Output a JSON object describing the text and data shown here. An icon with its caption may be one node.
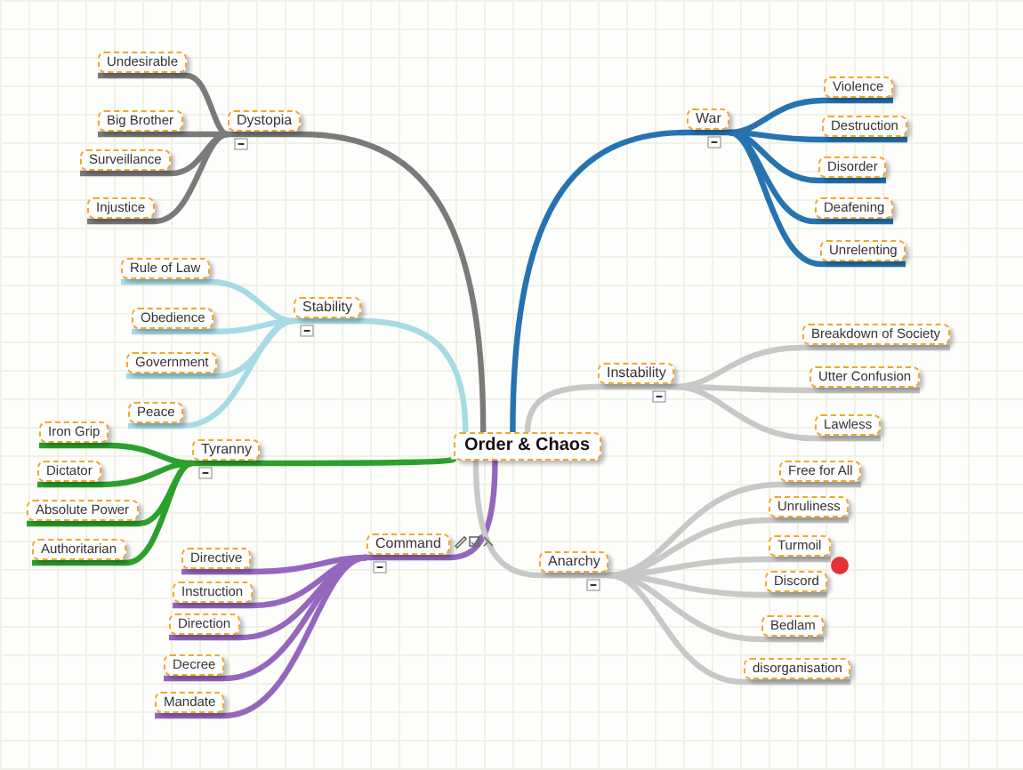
{
  "diagram": {
    "nodes": [
      {
        "text": [
          "Order & Chaos"
        ]
      },
      {
        "text": [
          "Dystopia"
        ]
      },
      {
        "text": [
          "Undesirable"
        ]
      },
      {
        "text": [
          "Big Brother"
        ]
      },
      {
        "text": [
          "Surveillance"
        ]
      },
      {
        "text": [
          "Injustice"
        ]
      },
      {
        "text": [
          "War"
        ]
      },
      {
        "text": [
          "Violence"
        ]
      },
      {
        "text": [
          "Destruction"
        ]
      },
      {
        "text": [
          "Disorder"
        ]
      },
      {
        "text": [
          "Deafening"
        ]
      },
      {
        "text": [
          "Unrelenting"
        ]
      },
      {
        "text": [
          "Stability"
        ]
      },
      {
        "text": [
          "Rule of Law"
        ]
      },
      {
        "text": [
          "Obedience"
        ]
      },
      {
        "text": [
          "Government"
        ]
      },
      {
        "text": [
          "Peace"
        ]
      },
      {
        "text": [
          "Instability"
        ]
      },
      {
        "text": [
          "Breakdown of Society"
        ]
      },
      {
        "text": [
          "Utter Confusion"
        ]
      },
      {
        "text": [
          "Lawless"
        ]
      },
      {
        "text": [
          "Tyranny"
        ]
      },
      {
        "text": [
          "Iron Grip"
        ]
      },
      {
        "text": [
          "Dictator"
        ]
      },
      {
        "text": [
          "Absolute Power"
        ]
      },
      {
        "text": [
          "Authoritarian"
        ]
      },
      {
        "text": [
          "Command"
        ]
      },
      {
        "text": [
          "Directive"
        ]
      },
      {
        "text": [
          "Instruction"
        ]
      },
      {
        "text": [
          "Direction"
        ]
      },
      {
        "text": [
          "Decree"
        ]
      },
      {
        "text": [
          "Mandate"
        ]
      },
      {
        "text": [
          "Anarchy"
        ]
      },
      {
        "text": [
          "Free for All"
        ]
      },
      {
        "text": [
          "Unruliness"
        ]
      },
      {
        "text": [
          "Turmoil"
        ]
      },
      {
        "text": [
          "Discord"
        ]
      },
      {
        "text": [
          "Bedlam"
        ]
      },
      {
        "text": [
          "disorganisation"
        ]
      }
    ],
    "edges": [
      {
        "from": 0,
        "to": 1,
        "arrow": "none",
        "color": "#7a7a7a"
      },
      {
        "from": 1,
        "to": 2,
        "arrow": "none",
        "color": "#7a7a7a"
      },
      {
        "from": 1,
        "to": 3,
        "arrow": "none",
        "color": "#7a7a7a"
      },
      {
        "from": 1,
        "to": 4,
        "arrow": "none",
        "color": "#7a7a7a"
      },
      {
        "from": 1,
        "to": 5,
        "arrow": "none",
        "color": "#7a7a7a"
      },
      {
        "from": 0,
        "to": 6,
        "arrow": "none",
        "color": "#2673b0"
      },
      {
        "from": 6,
        "to": 7,
        "arrow": "none",
        "color": "#2673b0"
      },
      {
        "from": 6,
        "to": 8,
        "arrow": "none",
        "color": "#2673b0"
      },
      {
        "from": 6,
        "to": 9,
        "arrow": "none",
        "color": "#2673b0"
      },
      {
        "from": 6,
        "to": 10,
        "arrow": "none",
        "color": "#2673b0"
      },
      {
        "from": 6,
        "to": 11,
        "arrow": "none",
        "color": "#2673b0"
      },
      {
        "from": 0,
        "to": 12,
        "arrow": "none",
        "color": "#a6dbe6"
      },
      {
        "from": 12,
        "to": 13,
        "arrow": "none",
        "color": "#a6dbe6"
      },
      {
        "from": 12,
        "to": 14,
        "arrow": "none",
        "color": "#a6dbe6"
      },
      {
        "from": 12,
        "to": 15,
        "arrow": "none",
        "color": "#a6dbe6"
      },
      {
        "from": 12,
        "to": 16,
        "arrow": "none",
        "color": "#a6dbe6"
      },
      {
        "from": 0,
        "to": 17,
        "arrow": "none",
        "color": "#c8c8c8"
      },
      {
        "from": 17,
        "to": 18,
        "arrow": "none",
        "color": "#c8c8c8"
      },
      {
        "from": 17,
        "to": 19,
        "arrow": "none",
        "color": "#c8c8c8"
      },
      {
        "from": 17,
        "to": 20,
        "arrow": "none",
        "color": "#c8c8c8"
      },
      {
        "from": 0,
        "to": 21,
        "arrow": "none",
        "color": "#2ca02c"
      },
      {
        "from": 21,
        "to": 22,
        "arrow": "none",
        "color": "#2ca02c"
      },
      {
        "from": 21,
        "to": 23,
        "arrow": "none",
        "color": "#2ca02c"
      },
      {
        "from": 21,
        "to": 24,
        "arrow": "none",
        "color": "#2ca02c"
      },
      {
        "from": 21,
        "to": 25,
        "arrow": "none",
        "color": "#2ca02c"
      },
      {
        "from": 0,
        "to": 26,
        "arrow": "none",
        "color": "#9467bd"
      },
      {
        "from": 26,
        "to": 27,
        "arrow": "none",
        "color": "#9467bd"
      },
      {
        "from": 26,
        "to": 28,
        "arrow": "none",
        "color": "#9467bd"
      },
      {
        "from": 26,
        "to": 29,
        "arrow": "none",
        "color": "#9467bd"
      },
      {
        "from": 26,
        "to": 30,
        "arrow": "none",
        "color": "#9467bd"
      },
      {
        "from": 26,
        "to": 31,
        "arrow": "none",
        "color": "#9467bd"
      },
      {
        "from": 0,
        "to": 32,
        "arrow": "none",
        "color": "#c8c8c8"
      },
      {
        "from": 32,
        "to": 33,
        "arrow": "none",
        "color": "#c8c8c8"
      },
      {
        "from": 32,
        "to": 34,
        "arrow": "none",
        "color": "#c8c8c8"
      },
      {
        "from": 32,
        "to": 35,
        "arrow": "none",
        "color": "#c8c8c8"
      },
      {
        "from": 32,
        "to": 36,
        "arrow": "none",
        "color": "#c8c8c8"
      },
      {
        "from": 32,
        "to": 37,
        "arrow": "none",
        "color": "#c8c8c8"
      },
      {
        "from": 32,
        "to": 38,
        "arrow": "none",
        "color": "#c8c8c8"
      }
    ]
  }
}
